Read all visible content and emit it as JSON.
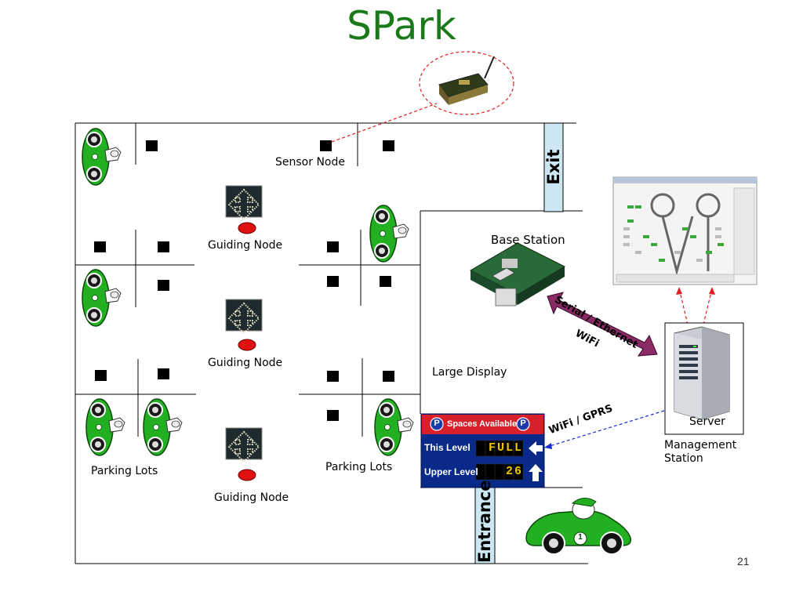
{
  "title": "SPark",
  "labels": {
    "sensor_node": "Sensor Node",
    "guiding_node_1": "Guiding Node",
    "guiding_node_2": "Guiding Node",
    "guiding_node_3": "Guiding Node",
    "base_station": "Base Station",
    "large_display": "Large Display",
    "parking_lots_left": "Parking Lots",
    "parking_lots_right": "Parking Lots",
    "server": "Server",
    "management_station": "Management Station",
    "exit": "Exit",
    "entrance": "Entrance",
    "serial_ethernet": "Serial / Ethernet",
    "wifi": "WiFi",
    "wifi_gprs": "WiFi / GPRS"
  },
  "display_board": {
    "header": "Spaces Available",
    "badge": "P",
    "rows": [
      {
        "label": "This Level",
        "value": "FULL"
      },
      {
        "label": "Upper Level",
        "value": "26"
      }
    ]
  },
  "car_number": "1",
  "page_number": "21",
  "colors": {
    "title": "#1a7a1a",
    "car": "#22b022",
    "serial_arrow": "#8b2b66",
    "display_header": "#d8202a",
    "display_body": "#0a2a8a",
    "display_value": "#f2c400",
    "dashed_red": "#e02020",
    "dashed_blue": "#1a2ad0",
    "exit_strip": "#cde7f2"
  }
}
